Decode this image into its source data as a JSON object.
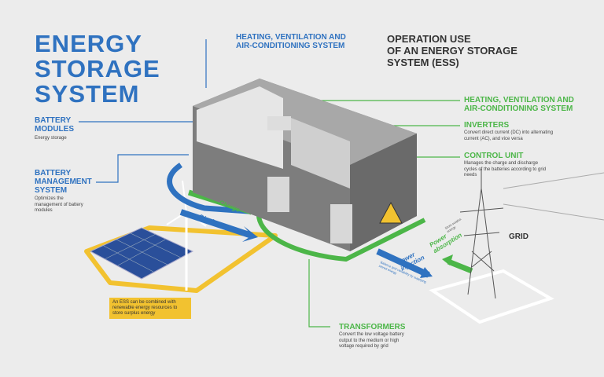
{
  "title": "ENERGY STORAGE SYSTEM",
  "title_lines": [
    "ENERGY",
    "STORAGE",
    "SYSTEM"
  ],
  "subtitle": "OPERATION USE OF AN ENERGY STORAGE SYSTEM (ESS)",
  "subtitle_lines": [
    "OPERATION USE",
    "OF AN ENERGY STORAGE",
    "SYSTEM (ESS)"
  ],
  "labels": {
    "hvac_top": {
      "title": "HEATING, VENTILATION AND AIR-CONDITIONING SYSTEM",
      "lines": [
        "HEATING, VENTILATION AND",
        "AIR-CONDITIONING SYSTEM"
      ]
    },
    "battery_modules": {
      "lines": [
        "BATTERY",
        "MODULES"
      ],
      "desc": "Energy storage"
    },
    "bms": {
      "lines": [
        "BATTERY",
        "MANAGEMENT",
        "SYSTEM"
      ],
      "desc": "Optimizes the management of battery modules"
    },
    "hvac_right": {
      "lines": [
        "HEATING, VENTILATION AND",
        "AIR-CONDITIONING SYSTEM"
      ]
    },
    "inverters": {
      "title": "INVERTERS",
      "desc": "Convert direct current (DC) into alternating current (AC), and vice versa"
    },
    "control_unit": {
      "title": "CONTROL UNIT",
      "desc": "Manages the charge and discharge cycles of the batteries according to grid needs"
    },
    "transformers": {
      "title": "TRANSFORMERS",
      "desc": "Convert the low voltage battery output to the medium or high voltage required by grid"
    },
    "grid": "GRID"
  },
  "flows": {
    "charge": "Charge",
    "discharge": "Discharge",
    "power_injection": "Power injection",
    "injection_note": "Balance grid variability by supplying stored energy",
    "power_absorption": "Power absorption",
    "absorption_note": "Store surplus energy"
  },
  "note": "An ESS can be combined with renewable energy resources to store surplus energy",
  "colors": {
    "blue": "#2f72c0",
    "green": "#4cb648",
    "yellow": "#f2c230"
  }
}
